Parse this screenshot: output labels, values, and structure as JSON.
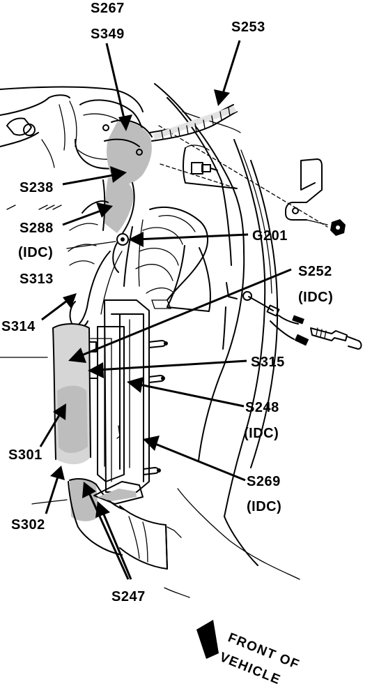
{
  "callouts": {
    "s267": "S267",
    "s349": "S349",
    "s253": "S253",
    "s238": "S238",
    "s288": "S288",
    "s288_idc": "(IDC)",
    "g201": "G201",
    "s313": "S313",
    "s252": "S252",
    "s252_idc": "(IDC)",
    "s314": "S314",
    "s315": "S315",
    "s248": "S248",
    "s248_idc": "(IDC)",
    "s301": "S301",
    "s269": "S269",
    "s269_idc": "(IDC)",
    "s302": "S302",
    "s247": "S247"
  },
  "orientation": {
    "line1": "FRONT OF",
    "line2": "VEHICLE"
  }
}
